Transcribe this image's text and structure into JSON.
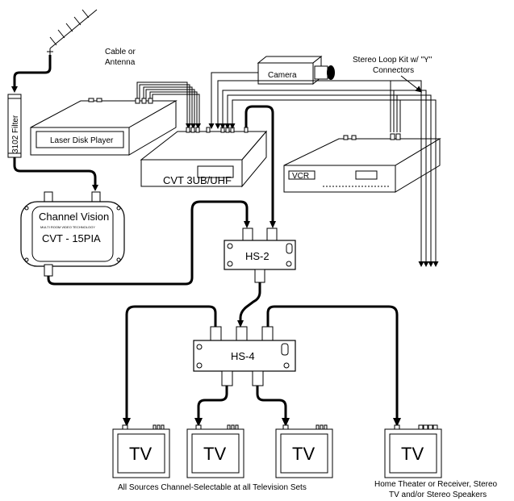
{
  "labels": {
    "cable_or_antenna_line1": "Cable or",
    "cable_or_antenna_line2": "Antenna",
    "camera": "Camera",
    "stereo_loop_line1": "Stereo Loop Kit w/ \"Y\"",
    "stereo_loop_line2": "Connectors",
    "filter": "3102 Filter",
    "laser_disk_player": "Laser Disk Player",
    "cvt_3ub": "CVT 3UB/UHF",
    "vcr": "VCR",
    "channel_vision": "Channel Vision",
    "channel_vision_sub": "MULTI ROOM VIDEO TECHNOLOGY",
    "cvt_15pia": "CVT - 15PIA",
    "hs2": "HS-2",
    "hs4": "HS-4",
    "tv": "TV",
    "caption_left": "All Sources Channel-Selectable at all Television Sets",
    "caption_right_line1": "Home Theater or Receiver, Stereo",
    "caption_right_line2": "TV and/or Stereo Speakers"
  }
}
